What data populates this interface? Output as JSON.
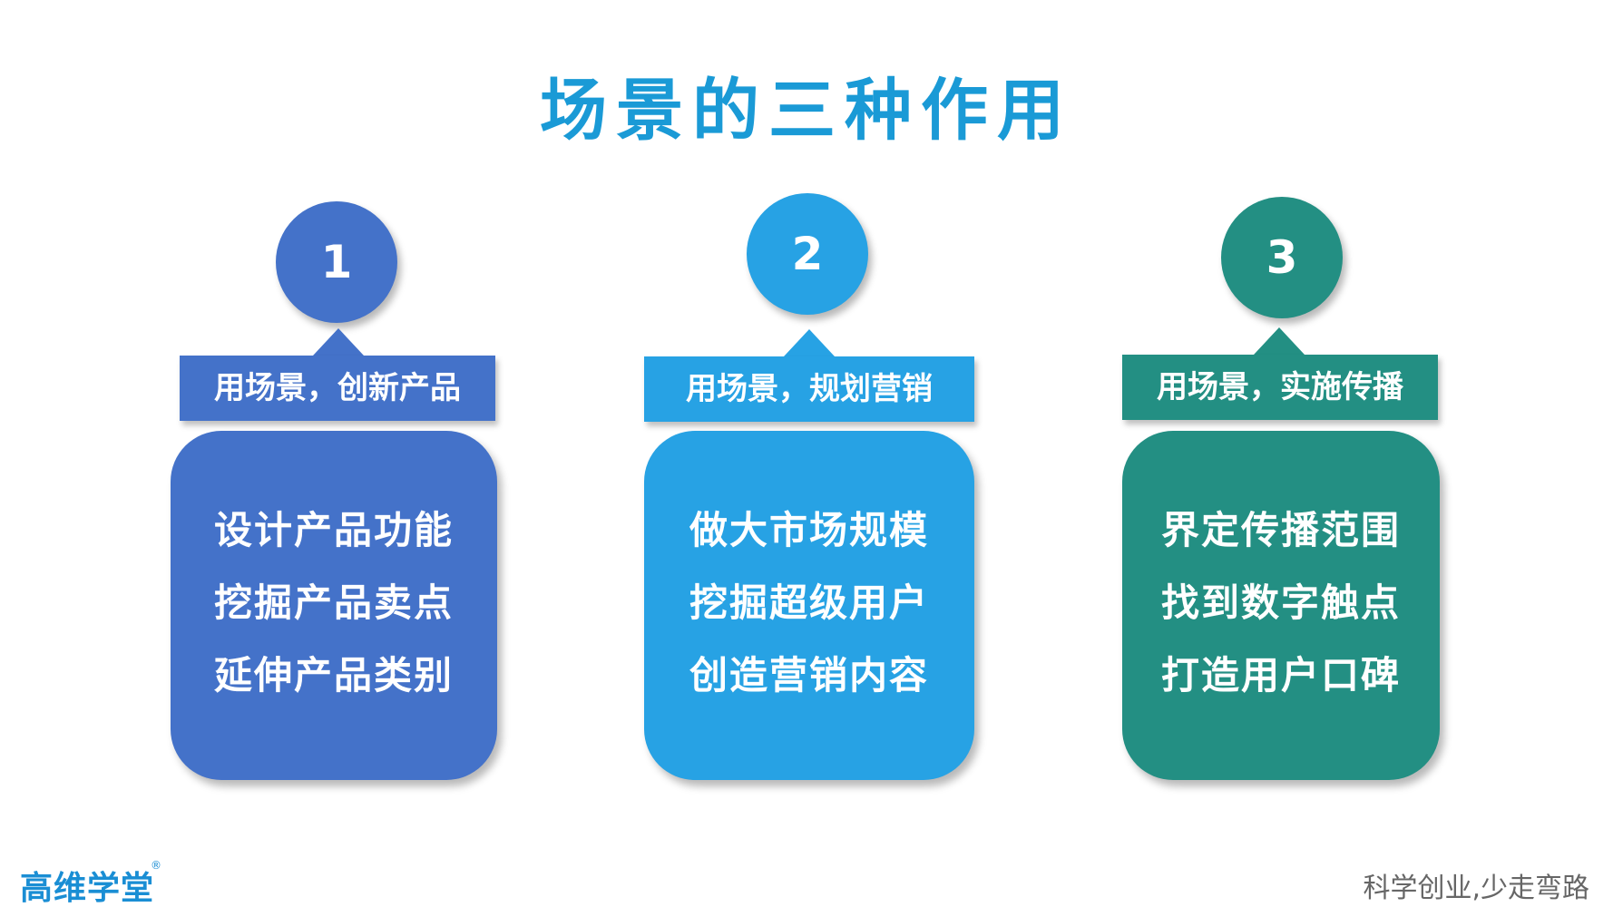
{
  "title": "场景的三种作用",
  "columns": [
    {
      "number": "1",
      "tag": "用场景，创新产品",
      "color": "#4472c9",
      "items": [
        "设计产品功能",
        "挖掘产品卖点",
        "延伸产品类别"
      ]
    },
    {
      "number": "2",
      "tag": "用场景，规划营销",
      "color": "#27a2e4",
      "items": [
        "做大市场规模",
        "挖掘超级用户",
        "创造营销内容"
      ]
    },
    {
      "number": "3",
      "tag": "用场景，实施传播",
      "color": "#238f83",
      "items": [
        "界定传播范围",
        "找到数字触点",
        "打造用户口碑"
      ]
    }
  ],
  "footer": {
    "logo": "高维学堂",
    "registered_mark": "®",
    "slogan": "科学创业,少走弯路"
  }
}
